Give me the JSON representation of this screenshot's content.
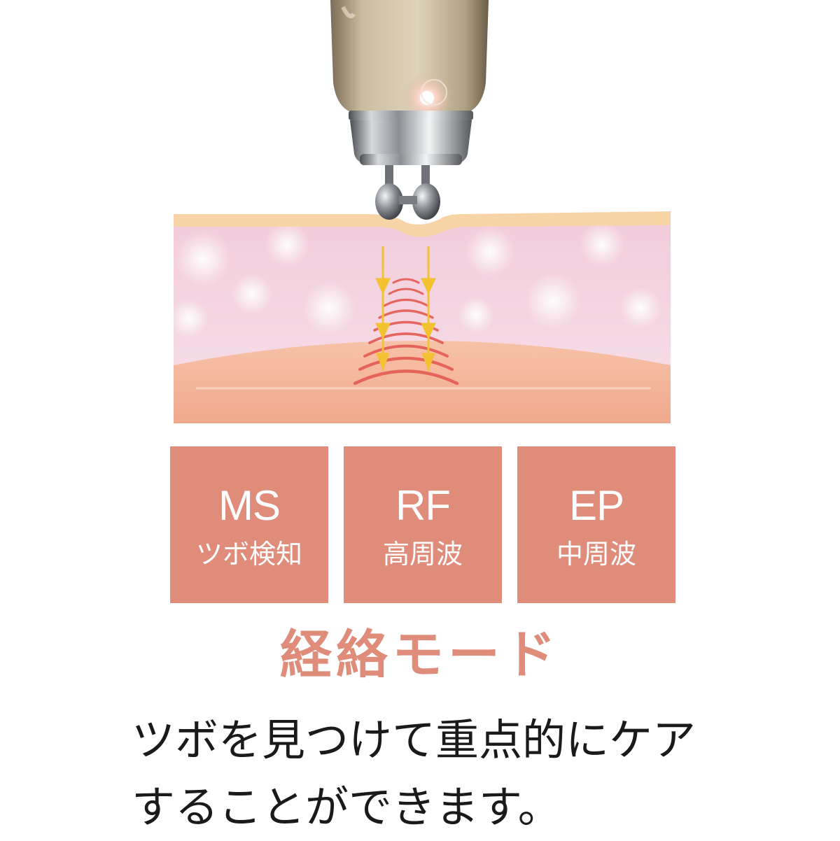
{
  "modes": [
    {
      "code": "MS",
      "label": "ツボ検知"
    },
    {
      "code": "RF",
      "label": "高周波"
    },
    {
      "code": "EP",
      "label": "中周波"
    }
  ],
  "mode_title": "経絡モード",
  "description": {
    "line1": "ツボを見つけて重点的にケア",
    "line2": "することができます。"
  },
  "colors": {
    "accent": "#df8c7b",
    "skin_surface": "#f6d4a6",
    "dermis": "#f8dce6",
    "subcutis": "#f3b095",
    "arrow": "#f2c230",
    "wave": "#e45a52",
    "device_gold": "#b4a48c",
    "device_silver": "#9aa0a6"
  },
  "icons": [
    "beauty-device-head",
    "electrode-roller",
    "energy-arrow",
    "rf-wave"
  ]
}
